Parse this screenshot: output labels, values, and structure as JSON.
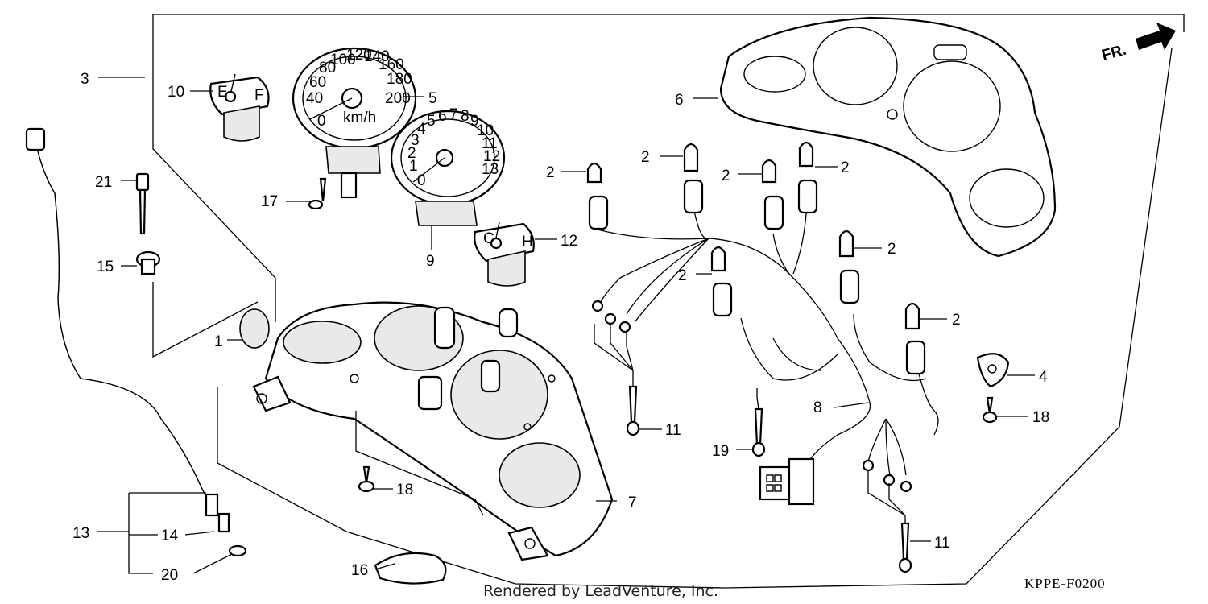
{
  "labels": {
    "p1": "1",
    "p2a": "2",
    "p2b": "2",
    "p2c": "2",
    "p2d": "2",
    "p2e": "2",
    "p2f": "2",
    "p2g": "2",
    "p3": "3",
    "p4": "4",
    "p5": "5",
    "p6": "6",
    "p7": "7",
    "p8": "8",
    "p9": "9",
    "p10": "10",
    "p11a": "11",
    "p11b": "11",
    "p12": "12",
    "p13": "13",
    "p14": "14",
    "p15": "15",
    "p16": "16",
    "p17": "17",
    "p18a": "18",
    "p18b": "18",
    "p19": "19",
    "p20": "20",
    "p21": "21"
  },
  "speedometer_scale": [
    "0",
    "40",
    "60",
    "80",
    "100",
    "120",
    "140",
    "160",
    "180",
    "200"
  ],
  "speedometer_unit": "km/h",
  "tachometer_scale": [
    "0",
    "1",
    "2",
    "3",
    "4",
    "5",
    "6",
    "7",
    "8",
    "9",
    "10",
    "11",
    "12",
    "13"
  ],
  "fuel_gauge_marks": [
    "E",
    "F"
  ],
  "temp_gauge_marks": [
    "C",
    "H"
  ],
  "direction_marker": "FR.",
  "footer_credit": "Rendered by LeadVenture, Inc.",
  "diagram_code": "KPPE-F0200"
}
